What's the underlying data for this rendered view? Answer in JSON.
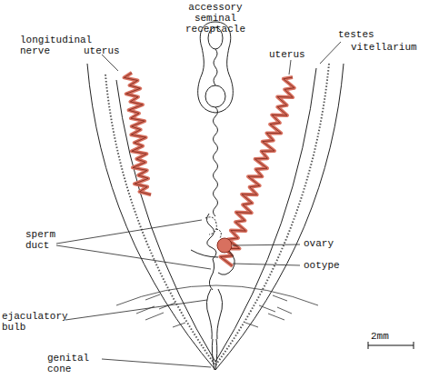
{
  "diagram": {
    "labels": [
      "longitudinal nerve",
      "uterus",
      "accessory seminal receptacle",
      "uterus",
      "testes",
      "vitellarium",
      "sperm duct",
      "ovary",
      "ootype",
      "ejaculatory bulb",
      "genital cone",
      "2mm"
    ]
  }
}
